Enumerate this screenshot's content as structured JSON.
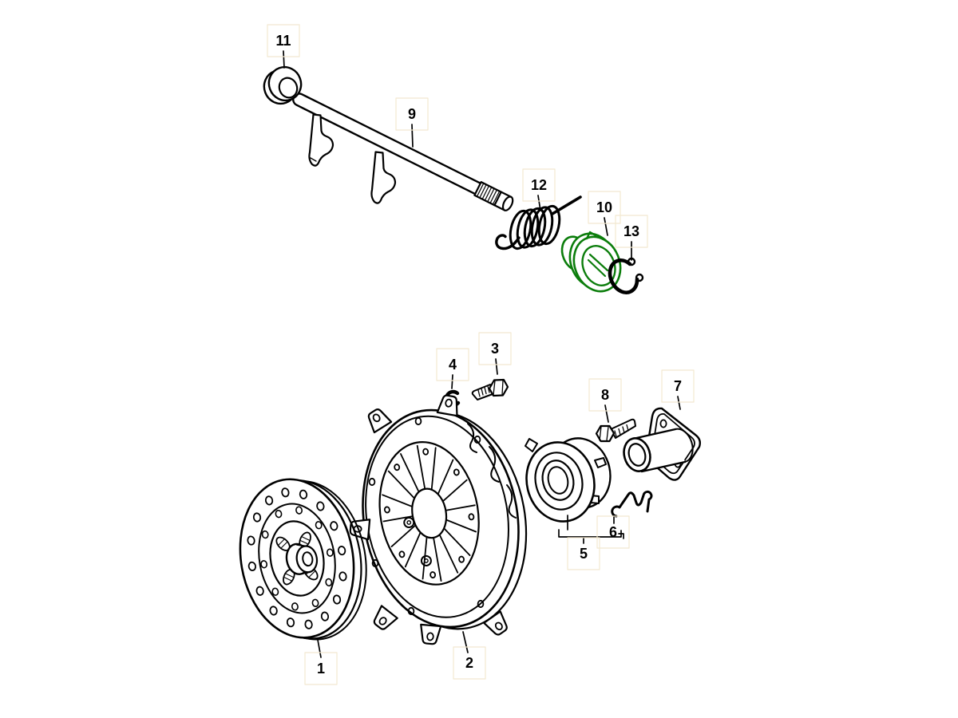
{
  "colors": {
    "ink": "#000000",
    "highlight": "#0b7d0b",
    "hotspot": "#f2e8d0",
    "background": "#ffffff"
  },
  "callouts": [
    {
      "number": "1",
      "part": "clutch-disc"
    },
    {
      "number": "2",
      "part": "clutch-pressure-plate"
    },
    {
      "number": "3",
      "part": "hex-bolt"
    },
    {
      "number": "4",
      "part": "lock-washer"
    },
    {
      "number": "5",
      "part": "release-bearing-assembly"
    },
    {
      "number": "6",
      "part": "retaining-clip"
    },
    {
      "number": "7",
      "part": "guide-tube"
    },
    {
      "number": "8",
      "part": "hex-bolt"
    },
    {
      "number": "9",
      "part": "release-shaft-with-forks"
    },
    {
      "number": "10",
      "part": "shaft-bushing-highlighted"
    },
    {
      "number": "11",
      "part": "shaft-bushing-ring"
    },
    {
      "number": "12",
      "part": "return-spring"
    },
    {
      "number": "13",
      "part": "lock-ring"
    }
  ]
}
